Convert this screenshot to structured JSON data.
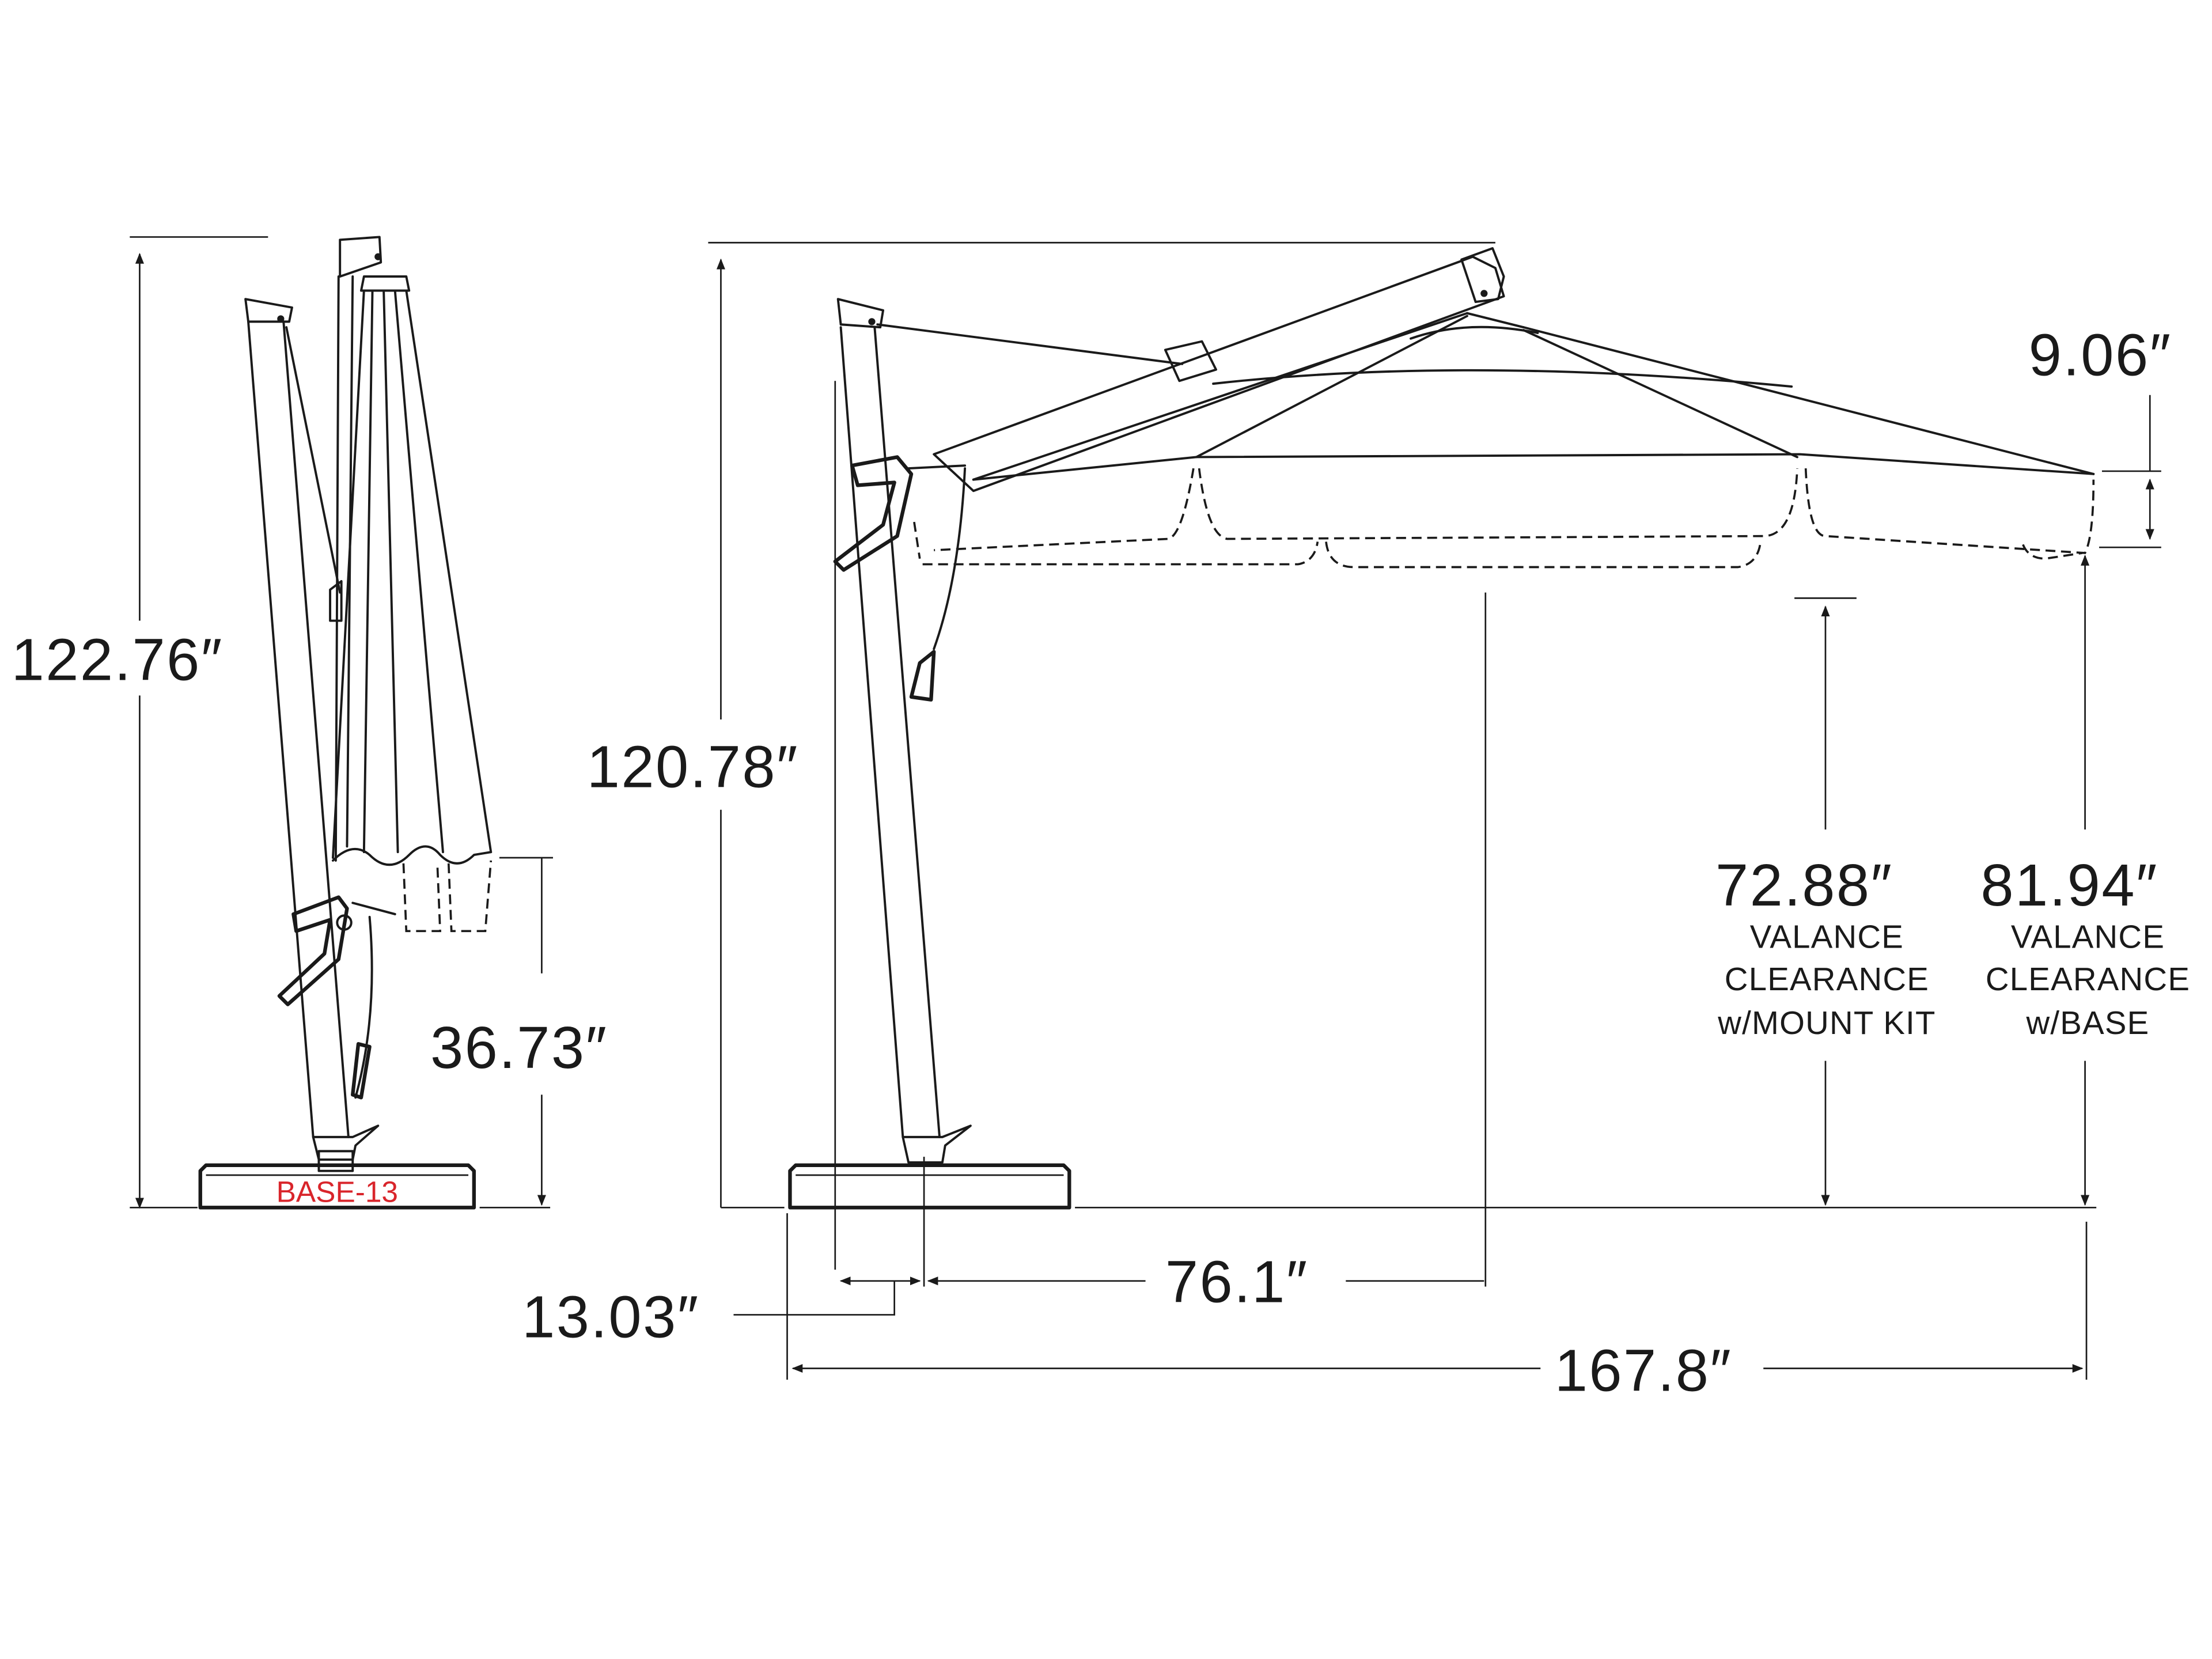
{
  "diagram": {
    "title": "Cantilever umbrella dimension drawing",
    "colors": {
      "line": "#1a1a1a",
      "base_label": "#d9252b",
      "background": "#ffffff"
    },
    "closed_view": {
      "overall_height": "122.76″",
      "base_to_canopy_bottom": "36.73″",
      "base_label": "BASE-13"
    },
    "open_view": {
      "pole_height": "120.78″",
      "valance_depth": "9.06″",
      "clearance_mount_kit": {
        "value": "72.88″",
        "lines": [
          "VALANCE",
          "CLEARANCE",
          "w/MOUNT KIT"
        ]
      },
      "clearance_base": {
        "value": "81.94″",
        "lines": [
          "VALANCE",
          "CLEARANCE",
          "w/BASE"
        ]
      },
      "pole_offset": "13.03″",
      "pole_to_center": "76.1″",
      "overall_width": "167.8″"
    }
  }
}
